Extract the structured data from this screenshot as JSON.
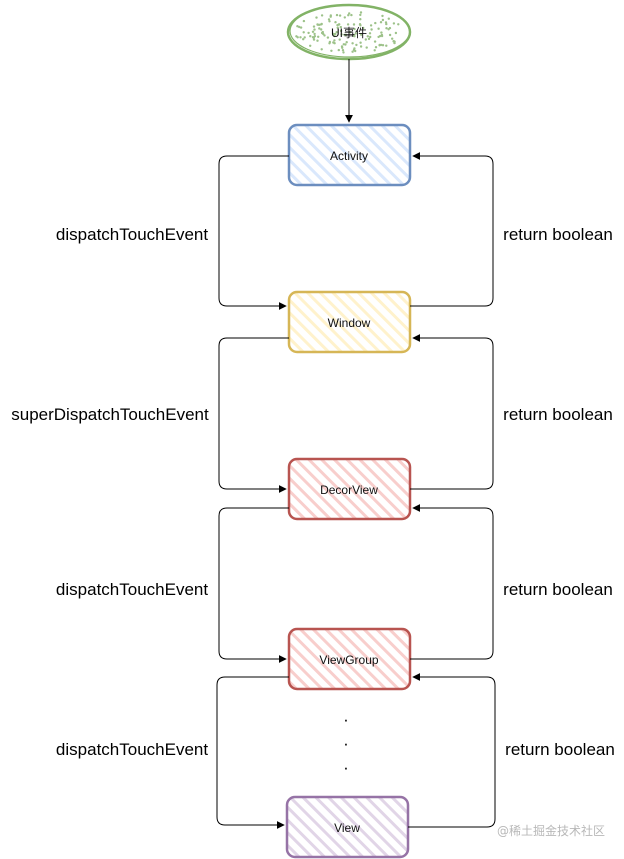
{
  "start": {
    "label": "UI事件",
    "stroke": "#82b366",
    "dots": "#9dc28a"
  },
  "nodes": [
    {
      "id": "activity",
      "label": "Activity",
      "stroke": "#6c8ebf",
      "fill": "#dae8fc"
    },
    {
      "id": "window",
      "label": "Window",
      "stroke": "#d6b656",
      "fill": "#fff2cc"
    },
    {
      "id": "decorview",
      "label": "DecorView",
      "stroke": "#b85450",
      "fill": "#f8cecc"
    },
    {
      "id": "viewgroup",
      "label": "ViewGroup",
      "stroke": "#b85450",
      "fill": "#f8cecc"
    },
    {
      "id": "view",
      "label": "View",
      "stroke": "#9673a6",
      "fill": "#e1d5e7"
    }
  ],
  "left_labels": [
    "dispatchTouchEvent",
    "superDispatchTouchEvent",
    "dispatchTouchEvent",
    "dispatchTouchEvent"
  ],
  "right_labels": [
    "return boolean",
    "return boolean",
    "return boolean",
    "return boolean"
  ],
  "ellipsis": "·",
  "watermark": "@稀土掘金技术社区"
}
